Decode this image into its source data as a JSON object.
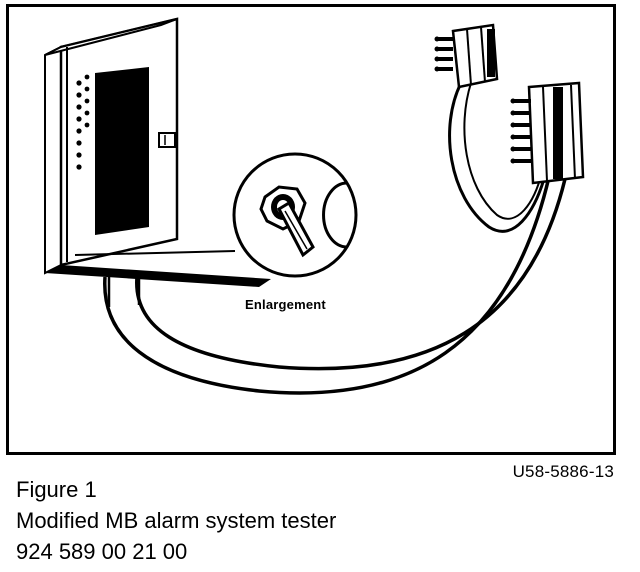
{
  "figure": {
    "enlargement_label": "Enlargement",
    "part_code": "U58-5886-13",
    "caption_title": "Figure 1",
    "caption_description": "Modified MB alarm system tester",
    "caption_part_number": "924 589 00 21 00"
  },
  "colors": {
    "ink": "#000000",
    "paper": "#ffffff"
  }
}
